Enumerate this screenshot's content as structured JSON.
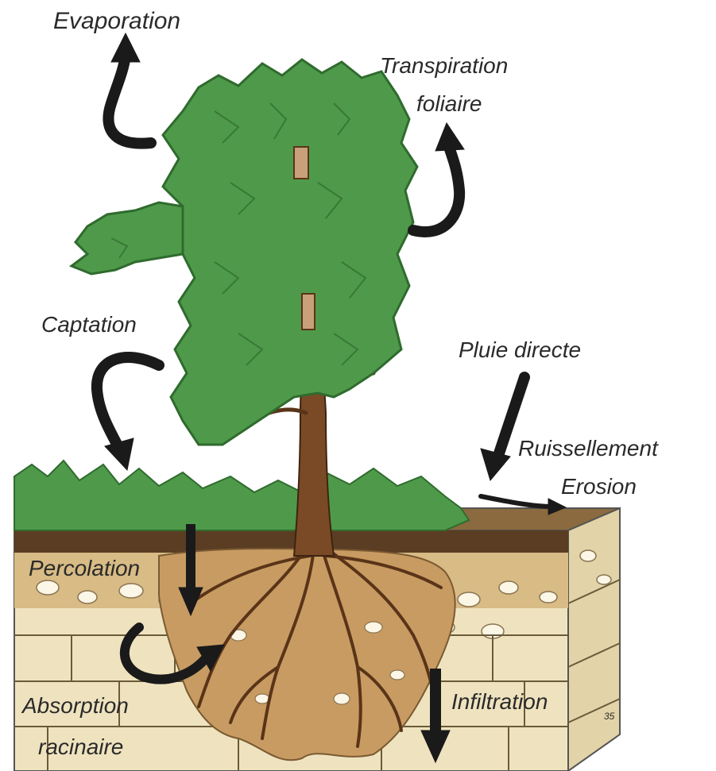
{
  "labels": {
    "evaporation": "Evaporation",
    "transpiration_line1": "Transpiration",
    "transpiration_line2": "foliaire",
    "captation": "Captation",
    "pluie_directe": "Pluie directe",
    "ruissellement": "Ruissellement",
    "erosion": "Erosion",
    "percolation": "Percolation",
    "absorption_line1": "Absorption",
    "absorption_line2": "racinaire",
    "infiltration": "Infiltration",
    "signature": "35"
  },
  "colors": {
    "foliage": "#4f9a4a",
    "foliage_dark": "#2f6b2e",
    "soil_top": "#6b4a2a",
    "soil_mid": "#d9b98a",
    "rock": "#efe6c9",
    "root_zone": "#c79a62",
    "trunk": "#7a4a26",
    "arrow": "#1a1a1a"
  }
}
